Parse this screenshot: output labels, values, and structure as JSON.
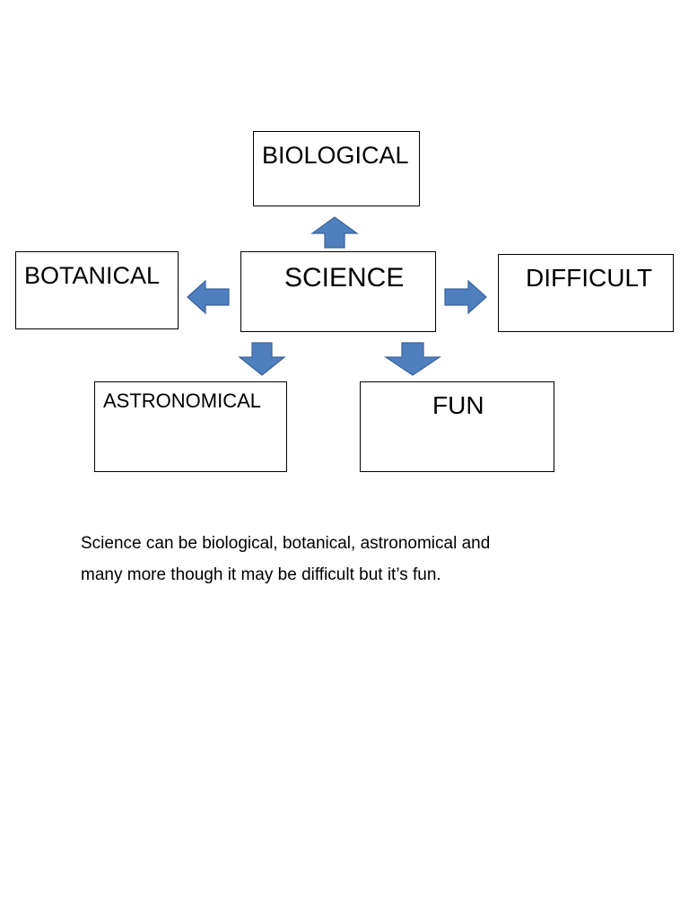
{
  "diagram": {
    "center": {
      "label": "SCIENCE"
    },
    "nodes": {
      "biological": {
        "label": "BIOLOGICAL"
      },
      "botanical": {
        "label": "BOTANICAL"
      },
      "difficult": {
        "label": "DIFFICULT"
      },
      "astronomical": {
        "label": "ASTRONOMICAL"
      },
      "fun": {
        "label": "FUN"
      }
    },
    "edges": [
      {
        "from": "SCIENCE",
        "to": "BIOLOGICAL"
      },
      {
        "from": "SCIENCE",
        "to": "BOTANICAL"
      },
      {
        "from": "SCIENCE",
        "to": "DIFFICULT"
      },
      {
        "from": "SCIENCE",
        "to": "ASTRONOMICAL"
      },
      {
        "from": "SCIENCE",
        "to": "FUN"
      }
    ],
    "arrow_color": "#4f7fbf"
  },
  "caption": {
    "line1": "Science can be biological, botanical, astronomical and",
    "line2": "many more though it may be difficult but it’s fun."
  }
}
